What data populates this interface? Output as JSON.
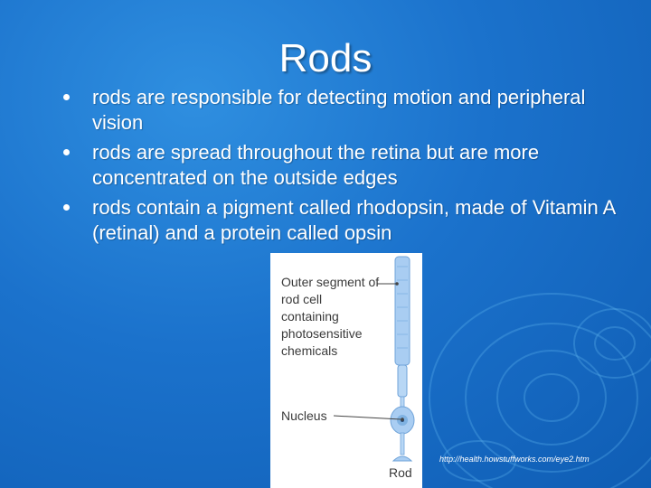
{
  "slide": {
    "title": "Rods",
    "bullets": [
      "rods are responsible for detecting motion and peripheral vision",
      "rods are spread throughout the retina but are more concentrated on the outside edges",
      "rods contain a pigment called rhodopsin, made of Vitamin A (retinal) and a protein called opsin"
    ]
  },
  "figure": {
    "outer_segment_label": "Outer segment of rod cell containing photosensitive chemicals",
    "nucleus_label": "Nucleus",
    "rod_label": "Rod",
    "source": "http://health.howstuffworks.com/eye2.htm"
  },
  "colors": {
    "background": "#1b72cc",
    "text": "#ffffff",
    "rod_cell": "#a9cdf2",
    "rod_cell_outline": "#6fa3d9"
  }
}
